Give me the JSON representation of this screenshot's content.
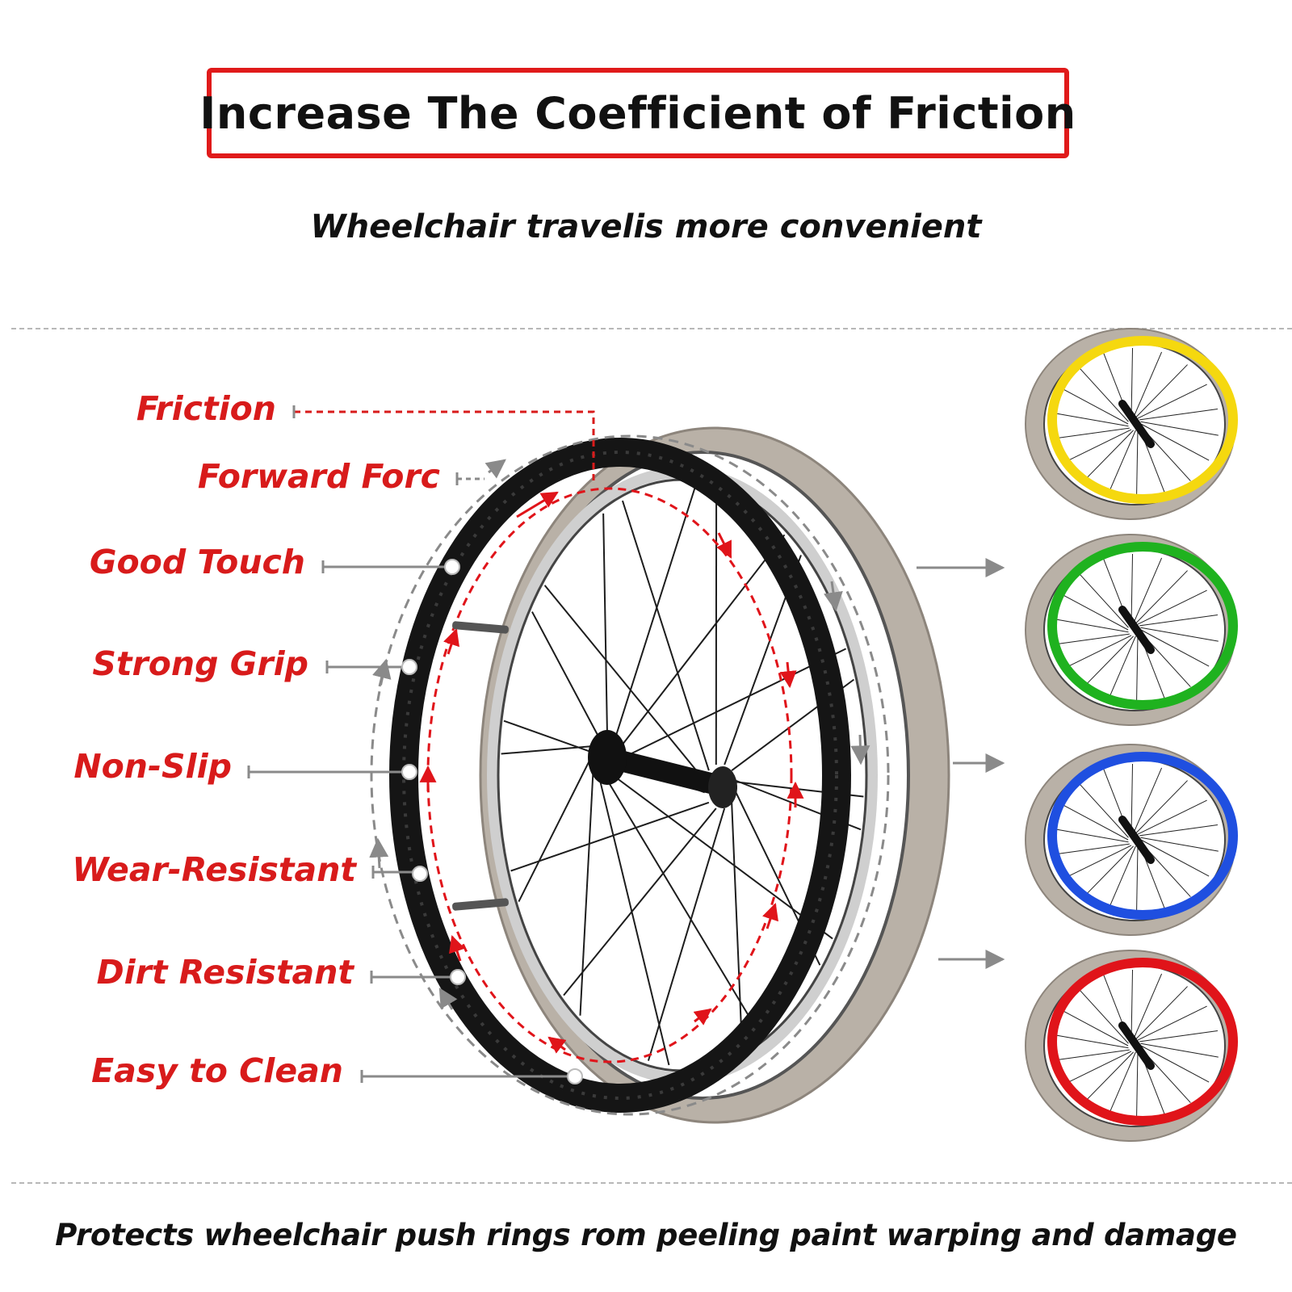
{
  "header": {
    "title": "Increase The Coefficient of Friction",
    "subtitle": "Wheelchair travelis more convenient"
  },
  "features": [
    {
      "label": "Friction"
    },
    {
      "label": "Forward Forc"
    },
    {
      "label": "Good Touch"
    },
    {
      "label": "Strong Grip"
    },
    {
      "label": "Non-Slip"
    },
    {
      "label": "Wear-Resistant"
    },
    {
      "label": "Dirt Resistant"
    },
    {
      "label": "Easy to Clean"
    }
  ],
  "color_variants": [
    {
      "name": "yellow",
      "color": "#f5d80f"
    },
    {
      "name": "green",
      "color": "#1fb21f"
    },
    {
      "name": "blue",
      "color": "#1f4fe0"
    },
    {
      "name": "red",
      "color": "#e0141a"
    }
  ],
  "colors": {
    "accent_red": "#e01a1a",
    "label_red": "#d81b1b",
    "tire_gray": "#b9b1a7",
    "pushrim_black": "#151515"
  },
  "footer": {
    "text": "Protects wheelchair push rings rom peeling paint warping and damage"
  }
}
